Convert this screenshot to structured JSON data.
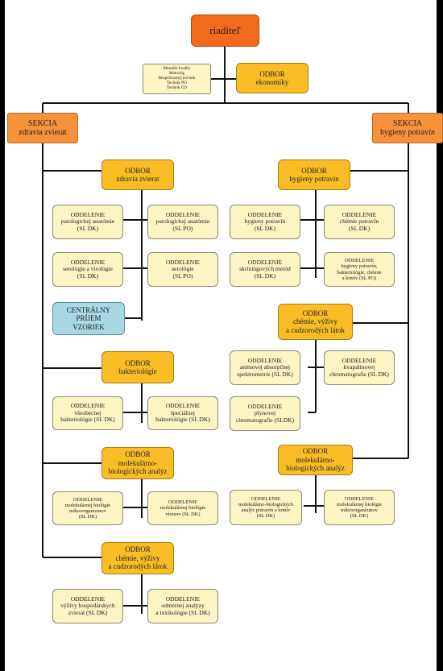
{
  "director": "riaditeľ",
  "management": "Manažér kvality\nMetrológ\nBezpečnostný technik\nTechnik PO\nTechnik CO",
  "economics": "ODBOR\nekonomiky",
  "left": {
    "section": "SEKCIA\nzdravia zvierat",
    "odbor_zdravia": "ODBOR\nzdravia zvierat",
    "patanat_dk": "ODDELENIE\npatologickej anatómie\n(SL DK)",
    "patanat_po": "ODDELENIE\npatologickej anatómie\n(SL PO)",
    "serovir_dk": "ODDELENIE\nserológie a virológie\n(SL DK)",
    "sero_po": "ODDELENIE\nserológie\n(SL PO)",
    "prijem": "CENTRÁLNY\nPRÍJEM\nVZORIEK",
    "odbor_bakt": "ODBOR\nbakteriológie",
    "bakt_vseob": "ODDELENIE\nvšeobecnej\nbakteriológie (SL DK)",
    "bakt_spec": "ODDELENIE\nšpeciálnej\nbakteriológie (SL DK)",
    "odbor_mol": "ODBOR\nmolekulárno-\nbiologických analýz",
    "mol_mikro": "ODDELENIE\nmolekulárnej biológie\nmikroorganizmov\n(SL DK)",
    "mol_vir": "ODDELENIE\nmolekulárnej biológie\nvírusov  (SL DK)",
    "odbor_chem": "ODBOR\nchémie, výživy\na cudzorodých látok",
    "vyziva": "ODDELENIE\nvýživy hospodárskych\nzvierat  (SL DK)",
    "odmerna": "ODDELENIE\nodmernej analýzy\na toxikológie (SL DK)"
  },
  "right": {
    "section": "SEKCIA\nhygieny potravín",
    "odbor_hyg": "ODBOR\nhygieny potravín",
    "hyg_dk": "ODDELENIE\nhygieny potravín\n(SL DK)",
    "chem_pot": "ODDELENIE\nchémie potravín\n(SL DK)",
    "skrin": "ODDELENIE\nskríningových metód\n(SL DK)",
    "hyg_po": "ODDELENIE\nhygieny potravín,\nbakteriológie, chémie\na krmív   (SL PO)",
    "odbor_chem": "ODBOR\nchémie, výživy\na cudzorodých látok",
    "atom": "ODDELENIE\natómovej absorpčnej\nspektrometrie (SL DK)",
    "kvap": "ODDELENIE\nkvapalinovej\nchromatografie (SL DK)",
    "plyn": "ODDELENIE\nplynovej\nchromatografie (SLDK)",
    "odbor_mol": "ODBOR\nmolekulárno-\nbiologických analýz",
    "mol_pot": "ODDELENIE\nmolekulárno-biologických\nanalýz potravín a krmív\n(SL DK)",
    "mol_mikro": "ODDELENIE\nmolekulárnej biológie\nmikroorganizmov\n(SL DK)"
  }
}
